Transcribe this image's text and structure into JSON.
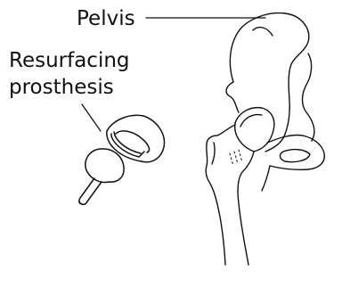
{
  "labels": {
    "pelvis": "Pelvis",
    "resurfacing_line1": "Resurfacing",
    "resurfacing_line2": "prosthesis"
  },
  "colors": {
    "ink": "#111111",
    "background": "#ffffff"
  }
}
